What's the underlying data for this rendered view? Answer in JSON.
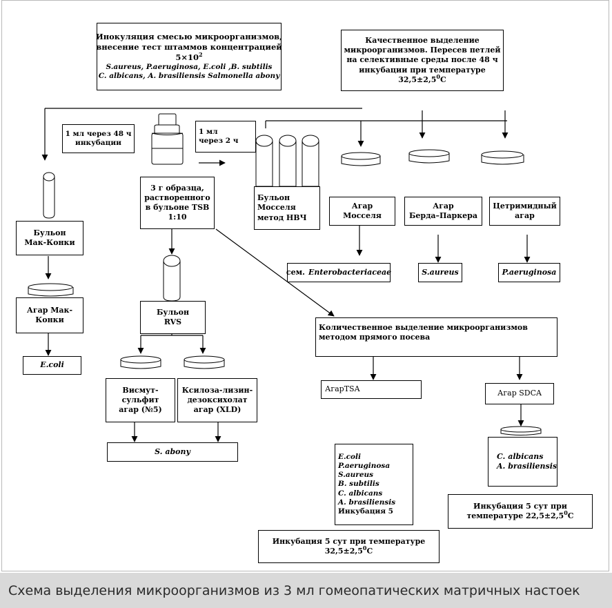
{
  "boxes": {
    "inoculation": {
      "lines": [
        "Инокуляция смесью микроорганизмов,",
        "внесение тест штаммов концентрацией"
      ],
      "conc_base": "5×10",
      "conc_exp": "2",
      "organisms": [
        "S.aureus, P.aeruginosa, E.coli ,B. subtilis",
        "C. albicans, A. brasiliensis Salmonella abony"
      ]
    },
    "qualitative": {
      "lines": [
        "Качественное выделение",
        "микроорганизмов. Пересев петлей",
        "на селективные среды после 48 ч",
        "инкубации при температуре"
      ],
      "temp_pre": "32,5±2,5",
      "temp_sup": "0",
      "temp_post": "C"
    },
    "ml_48h": [
      "1 мл через 48 ч",
      "инкубации"
    ],
    "ml_2h": [
      "1 мл",
      "через 2 ч"
    ],
    "sample": [
      "3 г образца,",
      "растворенного",
      "в бульоне TSB",
      "1:10"
    ],
    "broth_mossel": [
      "Бульон",
      "Мосселя",
      "метод НВЧ"
    ],
    "agar_mossel": [
      "Агар",
      "Мосселя"
    ],
    "agar_baird": [
      "Агар",
      "Берда–Паркера"
    ],
    "cetrimide": [
      "Цетримидный",
      "агар"
    ],
    "broth_mac": [
      "Бульон",
      "Мак-Конки"
    ],
    "agar_mac": [
      "Агар Мак-",
      "Конки"
    ],
    "ecoli": "E.coli",
    "entero_prefix": "сем.",
    "entero": "Enterobacteriaceae",
    "saureus": "S.aureus",
    "paeruginosa": "P.aeruginosa",
    "broth_rvs": [
      "Бульон",
      "RVS"
    ],
    "quantitative": [
      "Количественное выделение микроорганизмов",
      "методом прямого посева"
    ],
    "bismuth": [
      "Висмут-",
      "сульфит",
      "агар (№5)"
    ],
    "xld": [
      "Ксилоза-лизин-",
      "дезоксихолат",
      "агар (XLD)"
    ],
    "s_abony": "S. abony",
    "agar_tsa": "АгарTSA",
    "agar_sdca": "Агар SDCA",
    "tsa_organisms": [
      "E.coli",
      "P.aeruginosa",
      "S.aureus",
      "B. subtilis",
      "C. albicans",
      "A. brasiliensis"
    ],
    "tsa_incubation": "Инкубация 5",
    "sdca_organisms": [
      "C. albicans",
      "A. brasiliensis"
    ],
    "incubation_22": {
      "line1": "Инкубация 5 сут при",
      "temp_pre": "температуре 22,5±2,5",
      "temp_sup": "0",
      "temp_post": "С"
    },
    "incubation_32": {
      "line1": "Инкубация 5 сут при температуре",
      "temp_pre": "32,5±2,5",
      "temp_sup": "0",
      "temp_post": "С"
    }
  },
  "caption": "Схема выделения микроорганизмов из 3 мл гомеопатических матричных настоек"
}
